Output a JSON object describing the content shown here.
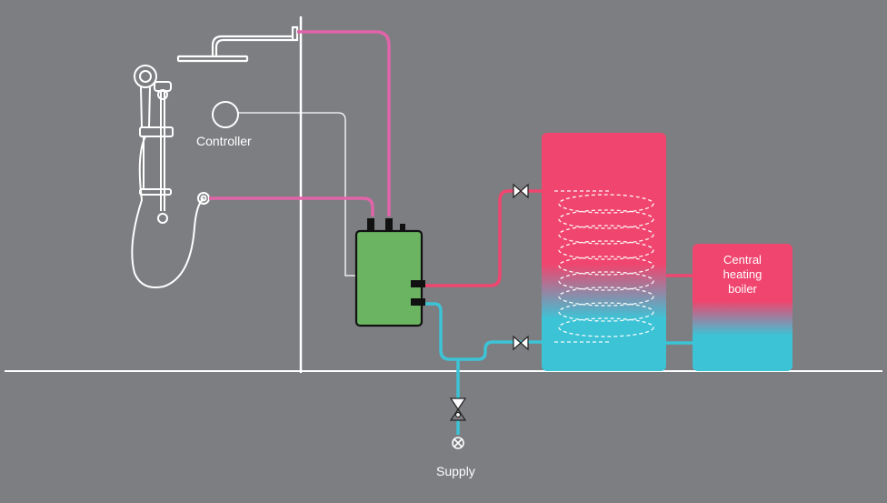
{
  "labels": {
    "controller": "Controller",
    "boiler_line1": "Central",
    "boiler_line2": "heating",
    "boiler_line3": "boiler",
    "supply": "Supply"
  },
  "colors": {
    "background": "#7d7e82",
    "hot": "#f0456e",
    "mixed": "#e064a8",
    "cold": "#3dc3d6",
    "mixer_body": "#6bb562",
    "line_white": "#ffffff"
  },
  "icons": [
    "showerhead-icon",
    "handshower-icon",
    "controller-icon",
    "mixer-valve-icon",
    "valve-icon",
    "check-valve-icon",
    "isolation-valve-icon",
    "coil-icon"
  ]
}
